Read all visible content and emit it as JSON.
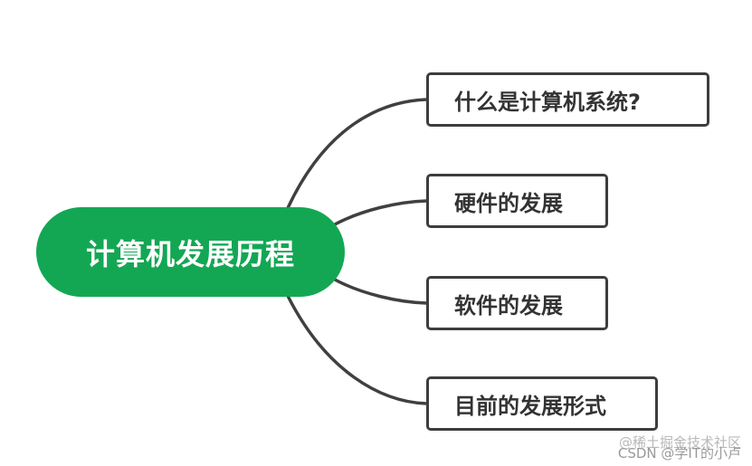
{
  "diagram": {
    "type": "mind-map",
    "root": {
      "label": "计算机发展历程",
      "color": "#13a754"
    },
    "branches": [
      {
        "label": "什么是计算机系统?"
      },
      {
        "label": "硬件的发展"
      },
      {
        "label": "软件的发展"
      },
      {
        "label": "目前的发展形式"
      }
    ],
    "line_color": "#404040"
  },
  "watermarks": {
    "primary": "@稀土掘金技术社区",
    "secondary": "CSDN @学IT的小卢"
  }
}
